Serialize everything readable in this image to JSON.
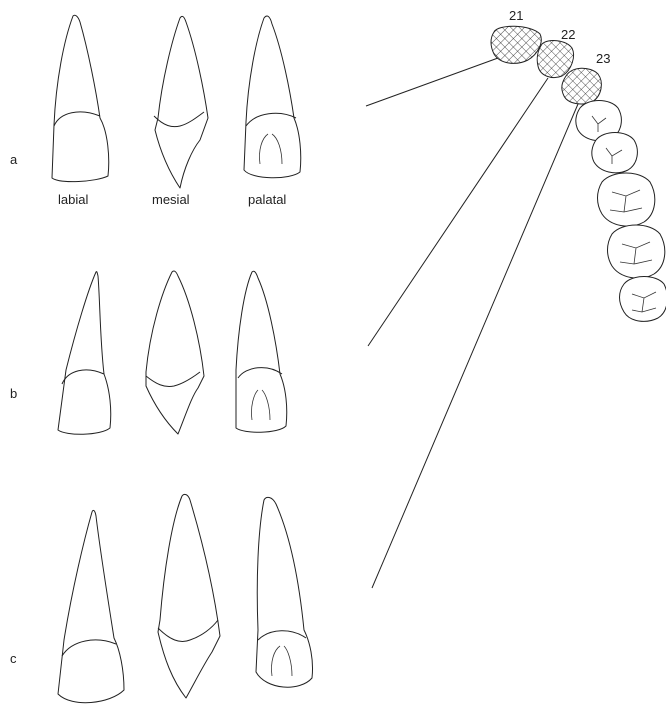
{
  "rows": [
    {
      "letter": "a"
    },
    {
      "letter": "b"
    },
    {
      "letter": "c"
    }
  ],
  "views": [
    "labial",
    "mesial",
    "palatal"
  ],
  "arch": {
    "tooth_numbers": [
      "21",
      "22",
      "23"
    ]
  }
}
